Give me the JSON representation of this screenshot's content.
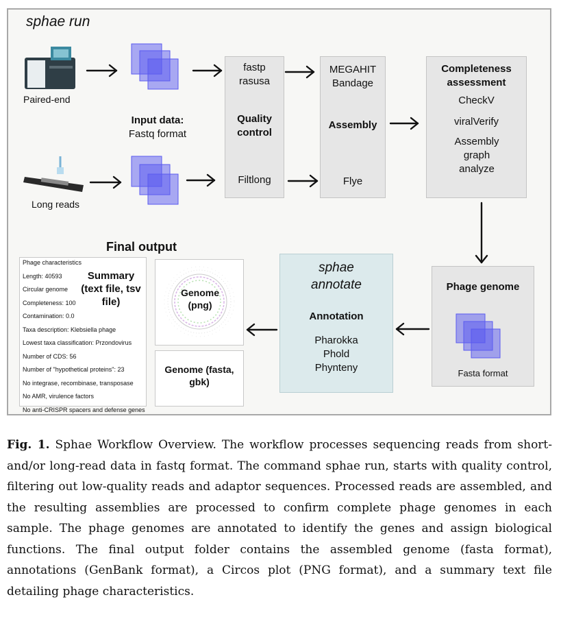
{
  "figure": {
    "run_title": "sphae run",
    "paired_end_label": "Paired-end",
    "long_reads_label": "Long reads",
    "input_data": {
      "title": "Input data:",
      "subtitle": "Fastq format"
    },
    "quality_control": {
      "tools_top": [
        "fastp",
        "rasusa"
      ],
      "title": "Quality control",
      "tools_bottom": [
        "Filtlong"
      ]
    },
    "assembly": {
      "tools_top": [
        "MEGAHIT",
        "Bandage"
      ],
      "title": "Assembly",
      "tools_bottom": [
        "Flye"
      ]
    },
    "completeness": {
      "title": "Completeness assessment",
      "tools": [
        "CheckV",
        "viralVerify",
        "Assembly graph analyze"
      ]
    },
    "phage_genome": {
      "title": "Phage genome",
      "subtitle": "Fasta format"
    },
    "annotate": {
      "title": "sphae annotate",
      "section": "Annotation",
      "tools": [
        "Pharokka",
        "Phold",
        "Phynteny"
      ]
    },
    "final_output": {
      "title": "Final output",
      "summary_lines": [
        "Phage characteristics",
        "Length: 40593",
        "Circular genome",
        "Completeness: 100",
        "Contamination: 0.0",
        "Taxa description: Klebsiella phage",
        "Lowest taxa classification: Przondovirus",
        "Number of CDS: 56",
        "Number of \"hypothetical proteins\": 23",
        "No integrase, recombinase, transposase",
        "No AMR, virulence factors",
        "No anti-CRISPR spacers and defense genes"
      ],
      "summary_title": "Summary (text file, tsv file)",
      "genome_png": "Genome (png)",
      "genome_fasta": "Genome (fasta, gbk)"
    },
    "colors": {
      "panel_border": "#a8a8a8",
      "process_box": "#e6e6e6",
      "annotate_box": "#dceaec",
      "square_fill": "#5a5af0"
    }
  },
  "caption": {
    "label": "Fig. 1.",
    "text": "Sphae Workflow Overview. The workflow processes sequencing reads from short- and/or long-read data in fastq format. The command sphae run, starts with quality control, filtering out low-quality reads and adaptor sequences. Processed reads are assembled, and the resulting assemblies are processed to confirm complete phage genomes in each sample. The phage genomes are annotated to identify the genes and assign biological functions. The final output folder contains the assembled genome (fasta format), annotations (GenBank format), a Circos plot (PNG format), and a summary text file detailing phage characteristics."
  }
}
